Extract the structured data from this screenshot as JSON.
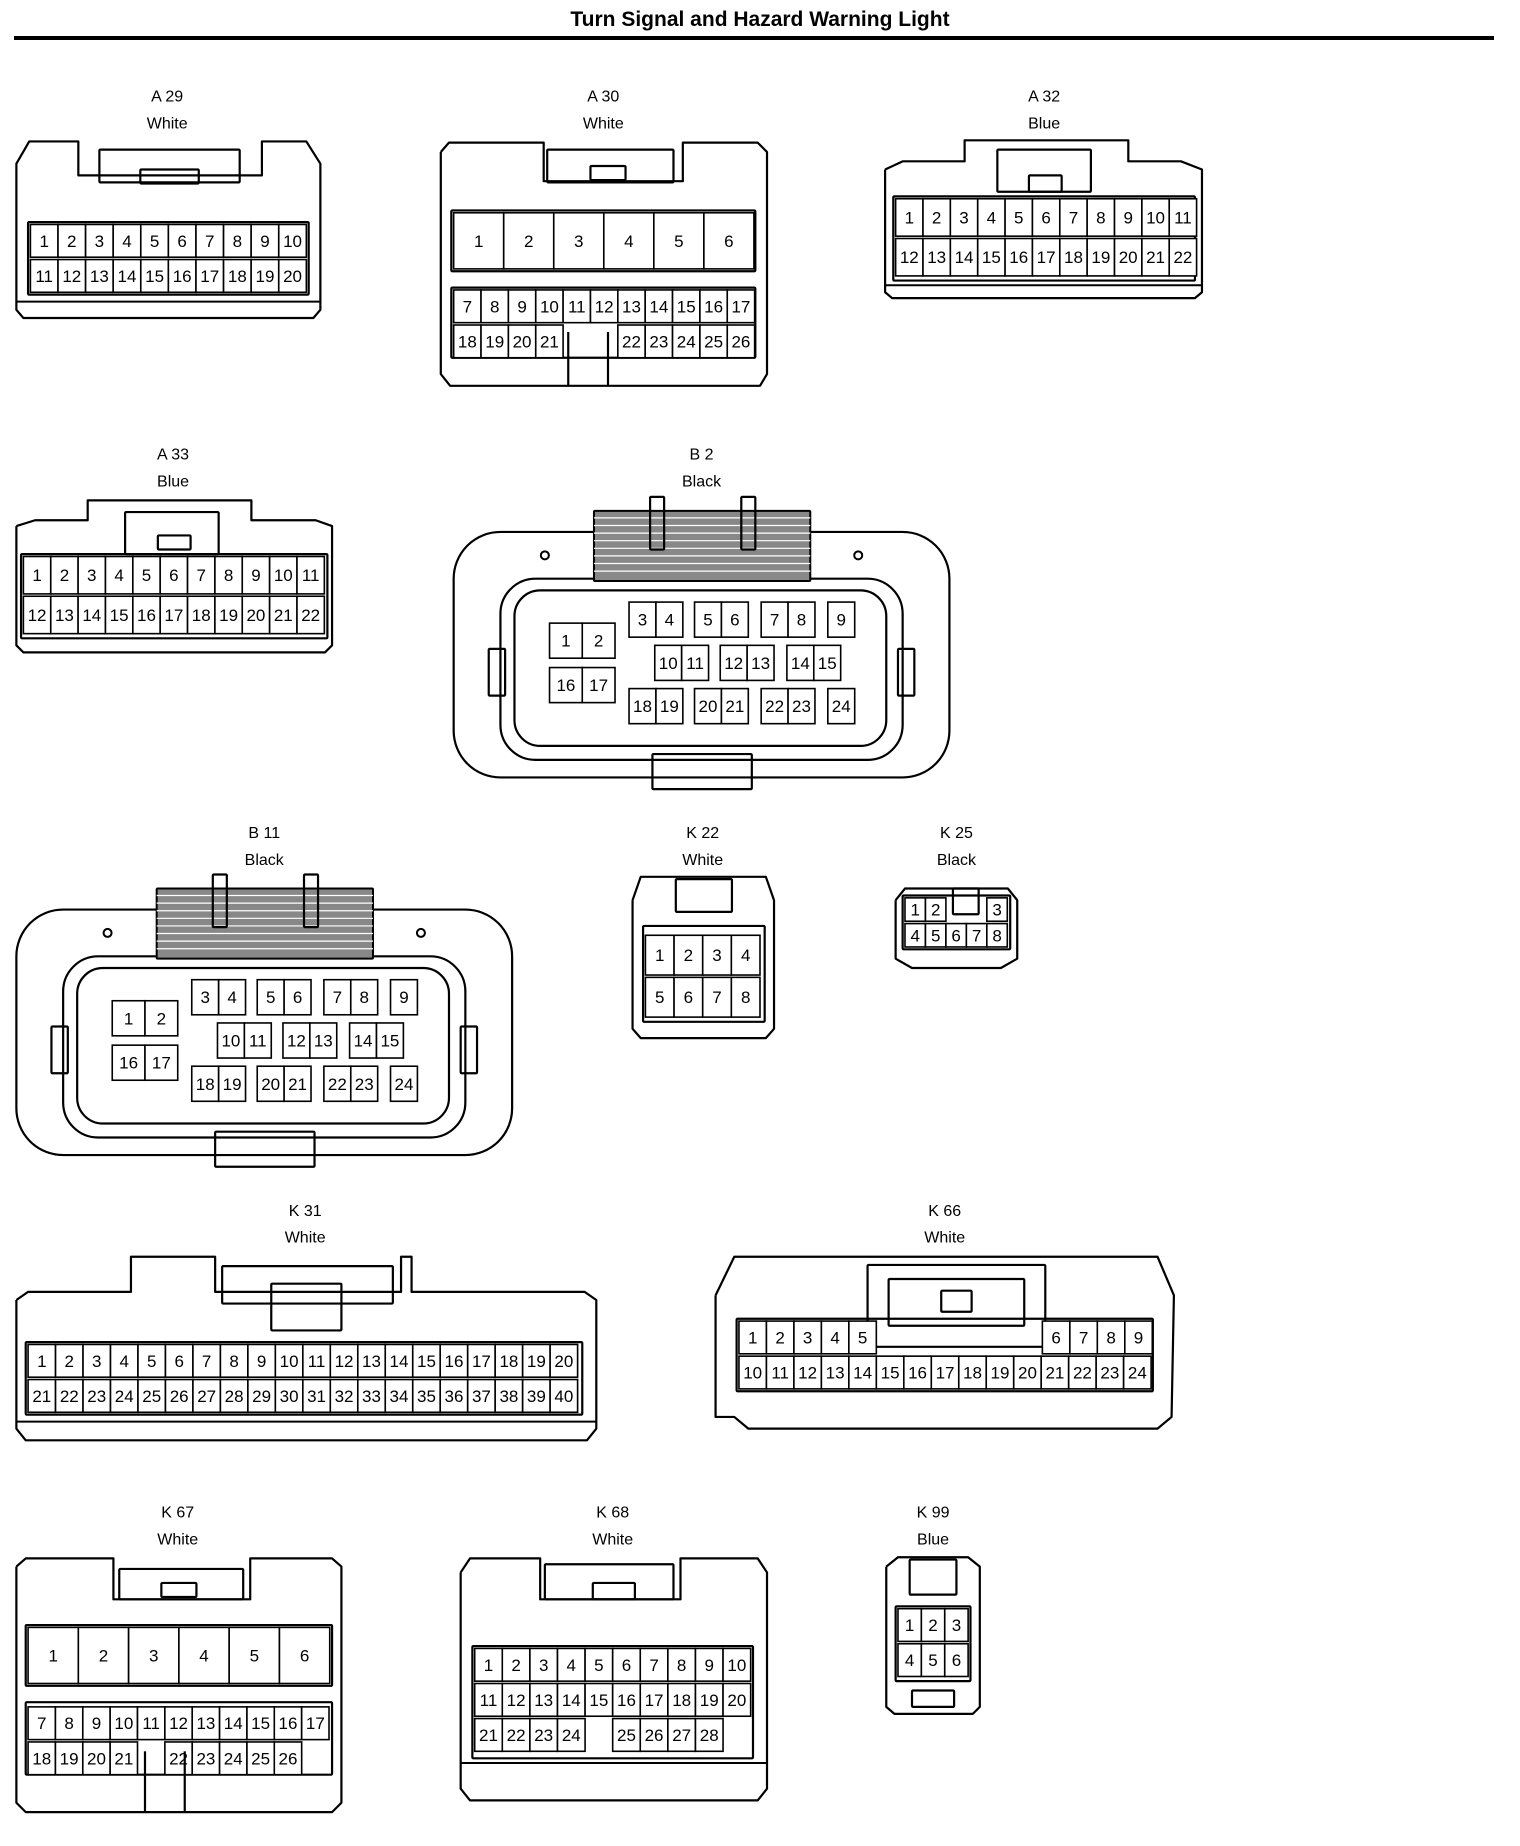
{
  "title": "Turn Signal and Hazard Warning Light",
  "connectors": [
    {
      "id": "A 29",
      "color": "White",
      "rows": [
        [
          "1",
          "2",
          "3",
          "4",
          "5",
          "6",
          "7",
          "8",
          "9",
          "10"
        ],
        [
          "11",
          "12",
          "13",
          "14",
          "15",
          "16",
          "17",
          "18",
          "19",
          "20"
        ]
      ]
    },
    {
      "id": "A 30",
      "color": "White",
      "rows": [
        [
          "1",
          "2",
          "3",
          "4",
          "5",
          "6"
        ],
        [
          "7",
          "8",
          "9",
          "10",
          "11",
          "12",
          "13",
          "14",
          "15",
          "16",
          "17"
        ],
        [
          "18",
          "19",
          "20",
          "21",
          "",
          "22",
          "23",
          "24",
          "25",
          "26"
        ]
      ]
    },
    {
      "id": "A 32",
      "color": "Blue",
      "rows": [
        [
          "1",
          "2",
          "3",
          "4",
          "5",
          "6",
          "7",
          "8",
          "9",
          "10",
          "11"
        ],
        [
          "12",
          "13",
          "14",
          "15",
          "16",
          "17",
          "18",
          "19",
          "20",
          "21",
          "22"
        ]
      ]
    },
    {
      "id": "A 33",
      "color": "Blue",
      "rows": [
        [
          "1",
          "2",
          "3",
          "4",
          "5",
          "6",
          "7",
          "8",
          "9",
          "10",
          "11"
        ],
        [
          "12",
          "13",
          "14",
          "15",
          "16",
          "17",
          "18",
          "19",
          "20",
          "21",
          "22"
        ]
      ]
    },
    {
      "id": "B 2",
      "color": "Black",
      "rows": [
        [
          "1",
          "2",
          "16",
          "17"
        ],
        [
          "3",
          "4",
          "5",
          "6",
          "7",
          "8",
          "9"
        ],
        [
          "10",
          "11",
          "12",
          "13",
          "14",
          "15"
        ],
        [
          "18",
          "19",
          "20",
          "21",
          "22",
          "23",
          "24"
        ]
      ]
    },
    {
      "id": "B 11",
      "color": "Black",
      "rows": [
        [
          "1",
          "2",
          "16",
          "17"
        ],
        [
          "3",
          "4",
          "5",
          "6",
          "7",
          "8",
          "9"
        ],
        [
          "10",
          "11",
          "12",
          "13",
          "14",
          "15"
        ],
        [
          "18",
          "19",
          "20",
          "21",
          "22",
          "23",
          "24"
        ]
      ]
    },
    {
      "id": "K 22",
      "color": "White",
      "rows": [
        [
          "1",
          "2",
          "3",
          "4"
        ],
        [
          "5",
          "6",
          "7",
          "8"
        ]
      ]
    },
    {
      "id": "K 25",
      "color": "Black",
      "rows": [
        [
          "1",
          "2",
          "",
          "3"
        ],
        [
          "4",
          "5",
          "6",
          "7",
          "8"
        ]
      ]
    },
    {
      "id": "K 31",
      "color": "White",
      "rows": [
        [
          "1",
          "2",
          "3",
          "4",
          "5",
          "6",
          "7",
          "8",
          "9",
          "10",
          "11",
          "12",
          "13",
          "14",
          "15",
          "16",
          "17",
          "18",
          "19",
          "20"
        ],
        [
          "21",
          "22",
          "23",
          "24",
          "25",
          "26",
          "27",
          "28",
          "29",
          "30",
          "31",
          "32",
          "33",
          "34",
          "35",
          "36",
          "37",
          "38",
          "39",
          "40"
        ]
      ]
    },
    {
      "id": "K 66",
      "color": "White",
      "rows": [
        [
          "1",
          "2",
          "3",
          "4",
          "5",
          "6",
          "7",
          "8",
          "9"
        ],
        [
          "10",
          "11",
          "12",
          "13",
          "14",
          "15",
          "16",
          "17",
          "18",
          "19",
          "20",
          "21",
          "22",
          "23",
          "24"
        ]
      ]
    },
    {
      "id": "K 67",
      "color": "White",
      "rows": [
        [
          "1",
          "2",
          "3",
          "4",
          "5",
          "6"
        ],
        [
          "7",
          "8",
          "9",
          "10",
          "11",
          "12",
          "13",
          "14",
          "15",
          "16",
          "17"
        ],
        [
          "18",
          "19",
          "20",
          "21",
          "",
          "22",
          "23",
          "24",
          "25",
          "26"
        ]
      ]
    },
    {
      "id": "K 68",
      "color": "White",
      "rows": [
        [
          "1",
          "2",
          "3",
          "4",
          "5",
          "6",
          "7",
          "8",
          "9",
          "10"
        ],
        [
          "11",
          "12",
          "13",
          "14",
          "15",
          "16",
          "17",
          "18",
          "19",
          "20"
        ],
        [
          "21",
          "22",
          "23",
          "24",
          "",
          "25",
          "26",
          "27",
          "28"
        ]
      ]
    },
    {
      "id": "K 99",
      "color": "Blue",
      "rows": [
        [
          "1",
          "2",
          "3"
        ],
        [
          "4",
          "5",
          "6"
        ]
      ]
    }
  ]
}
